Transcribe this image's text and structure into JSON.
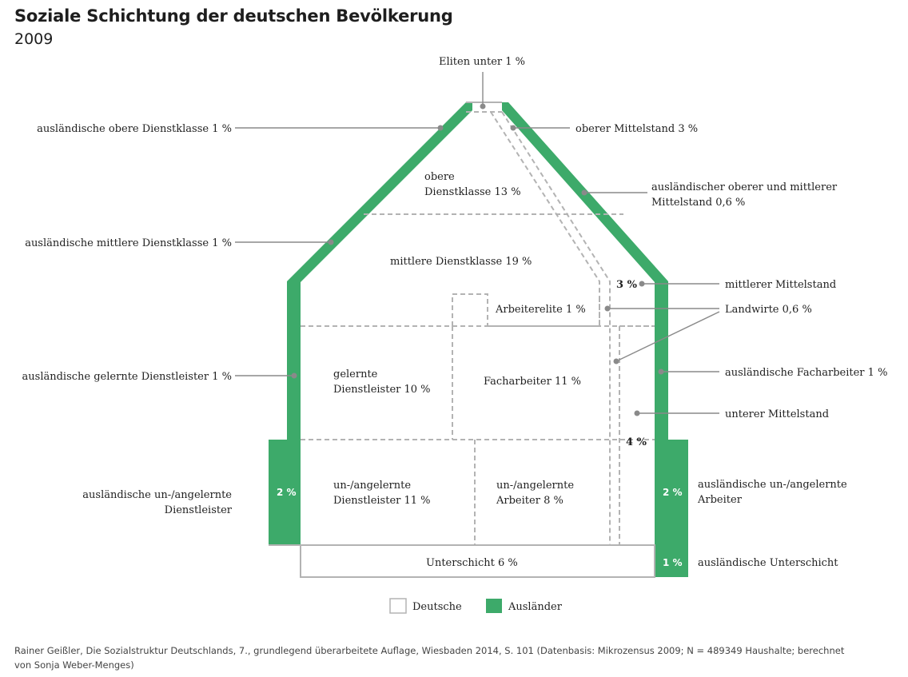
{
  "title": "Soziale Schichtung der deutschen Bevölkerung",
  "subtitle": "2009",
  "strata": {
    "eliten": {
      "label": "Eliten unter",
      "value": "1 %"
    },
    "obere_dienstklasse": {
      "label_1": "obere",
      "label_2": "Dienstklasse",
      "value": "13 %"
    },
    "mittlere_dienstklasse": {
      "label": "mittlere Dienstklasse",
      "value": "19 %"
    },
    "arbeiterelite": {
      "label": "Arbeiterelite",
      "value": "1 %"
    },
    "gelernte_dienstleister": {
      "label_1": "gelernte",
      "label_2": "Dienstleister",
      "value": "10 %"
    },
    "facharbeiter": {
      "label": "Facharbeiter",
      "value": "11 %"
    },
    "ungelernte_dienstleister": {
      "label_1": "un-/angelernte",
      "label_2": "Dienstleister",
      "value": "11 %"
    },
    "ungelernte_arbeiter": {
      "label_1": "un-/angelernte",
      "label_2": "Arbeiter",
      "value": "8 %"
    },
    "unterschicht": {
      "label": "Unterschicht",
      "value": "6 %"
    },
    "oberer_mittelstand": {
      "label": "oberer Mittelstand",
      "value": "3 %"
    },
    "mittlerer_mittelstand": {
      "label": "mittlerer Mittelstand",
      "value": "3 %"
    },
    "landwirte": {
      "label": "Landwirte",
      "value": "0,6 %"
    },
    "unterer_mittelstand": {
      "label": "unterer Mittelstand",
      "value": "4 %"
    }
  },
  "foreign": {
    "obere_dienstklasse": {
      "label": "ausländische obere Dienstklasse",
      "value": "1 %"
    },
    "mittlere_dienstklasse": {
      "label": "ausländische mittlere Dienstklasse",
      "value": "1 %"
    },
    "gelernte_dienstleister": {
      "label": "ausländische gelernte Dienstleister",
      "value": "1 %"
    },
    "ungelernte_dienstleister": {
      "label_1": "ausländische un-/angelernte",
      "label_2": "Dienstleister",
      "value": "2 %"
    },
    "oberer_mittlerer_mittelstand": {
      "label_1": "ausländischer oberer und mittlerer",
      "label_2": "Mittelstand",
      "value": "0,6 %"
    },
    "facharbeiter": {
      "label": "ausländische Facharbeiter",
      "value": "1 %"
    },
    "ungelernte_arbeiter": {
      "label_1": "ausländische un-/angelernte",
      "label_2": "Arbeiter",
      "value": "2 %"
    },
    "unterschicht": {
      "label": "ausländische Unterschicht",
      "value": "1 %"
    }
  },
  "legend": {
    "deutsche": "Deutsche",
    "auslaender": "Ausländer"
  },
  "colors": {
    "foreign_green": "#3daa6a",
    "outline_gray": "#b3b3b3"
  },
  "source": "Rainer Geißler, Die Sozialstruktur Deutschlands, 7., grundlegend überarbeitete Auflage, Wiesbaden 2014, S. 101 (Datenbasis: Mikrozensus 2009; N = 489349 Haushalte; berechnet von Sonja Weber-Menges)"
}
